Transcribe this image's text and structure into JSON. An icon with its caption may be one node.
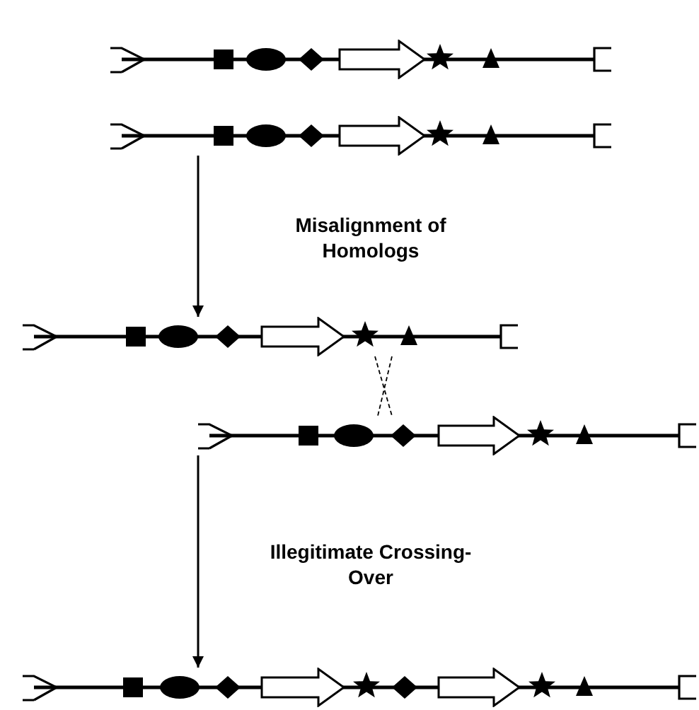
{
  "diagram": {
    "nodes": [
      {
        "text": [],
        "shape": "bar"
      },
      {
        "text": [],
        "shape": "bar"
      },
      {
        "text": [],
        "shape": "bar"
      },
      {
        "text": [],
        "shape": "bar"
      },
      {
        "text": [],
        "shape": "bar"
      }
    ],
    "edges": [
      {
        "from": 1,
        "to": 2,
        "arrow": "to",
        "label": "Misalignment of Homologs"
      },
      {
        "from": 2,
        "to": 3,
        "arrow": "none",
        "style": "dashed"
      },
      {
        "from": 2,
        "to": 3,
        "arrow": "none",
        "style": "dashed"
      },
      {
        "from": 3,
        "to": 4,
        "arrow": "to",
        "label": "Illegitimate Crossing-Over"
      }
    ]
  }
}
